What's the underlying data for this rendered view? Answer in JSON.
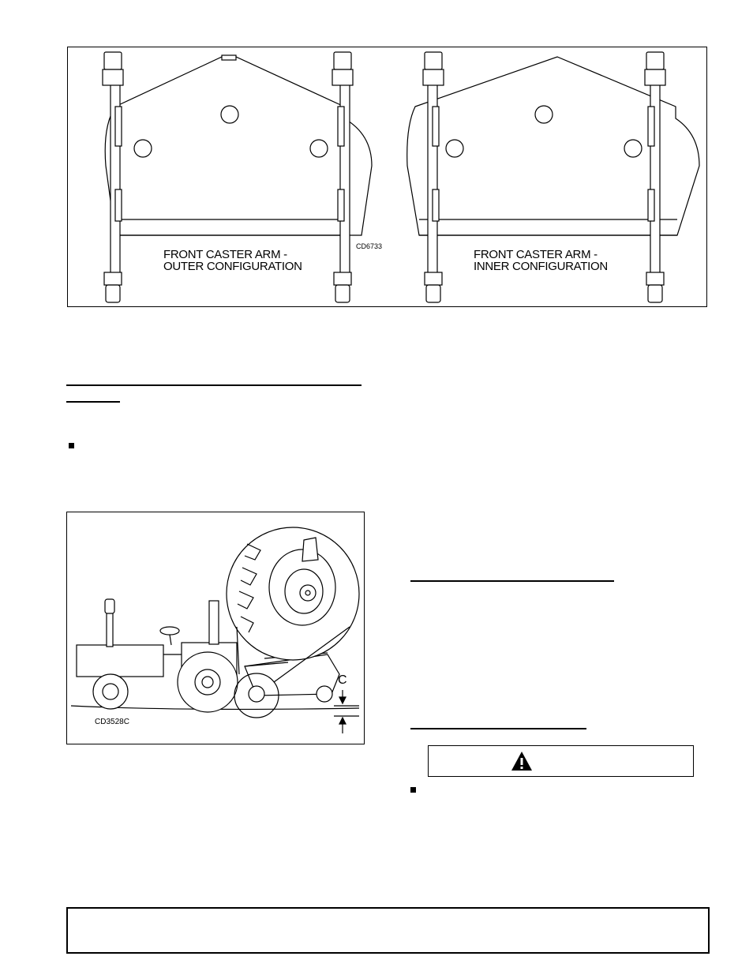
{
  "figure_top": {
    "catalog_id": "CD6733",
    "left_label_line1": "FRONT CASTER ARM -",
    "left_label_line2": "OUTER CONFIGURATION",
    "right_label_line1": "FRONT CASTER ARM -",
    "right_label_line2": "INNER CONFIGURATION"
  },
  "figure_tractor": {
    "catalog_id": "CD3528C",
    "dimension_label": "C"
  },
  "warning": {
    "icon": "warning-triangle-icon"
  },
  "icons": [
    "bullet-square-icon",
    "warning-triangle-icon"
  ]
}
